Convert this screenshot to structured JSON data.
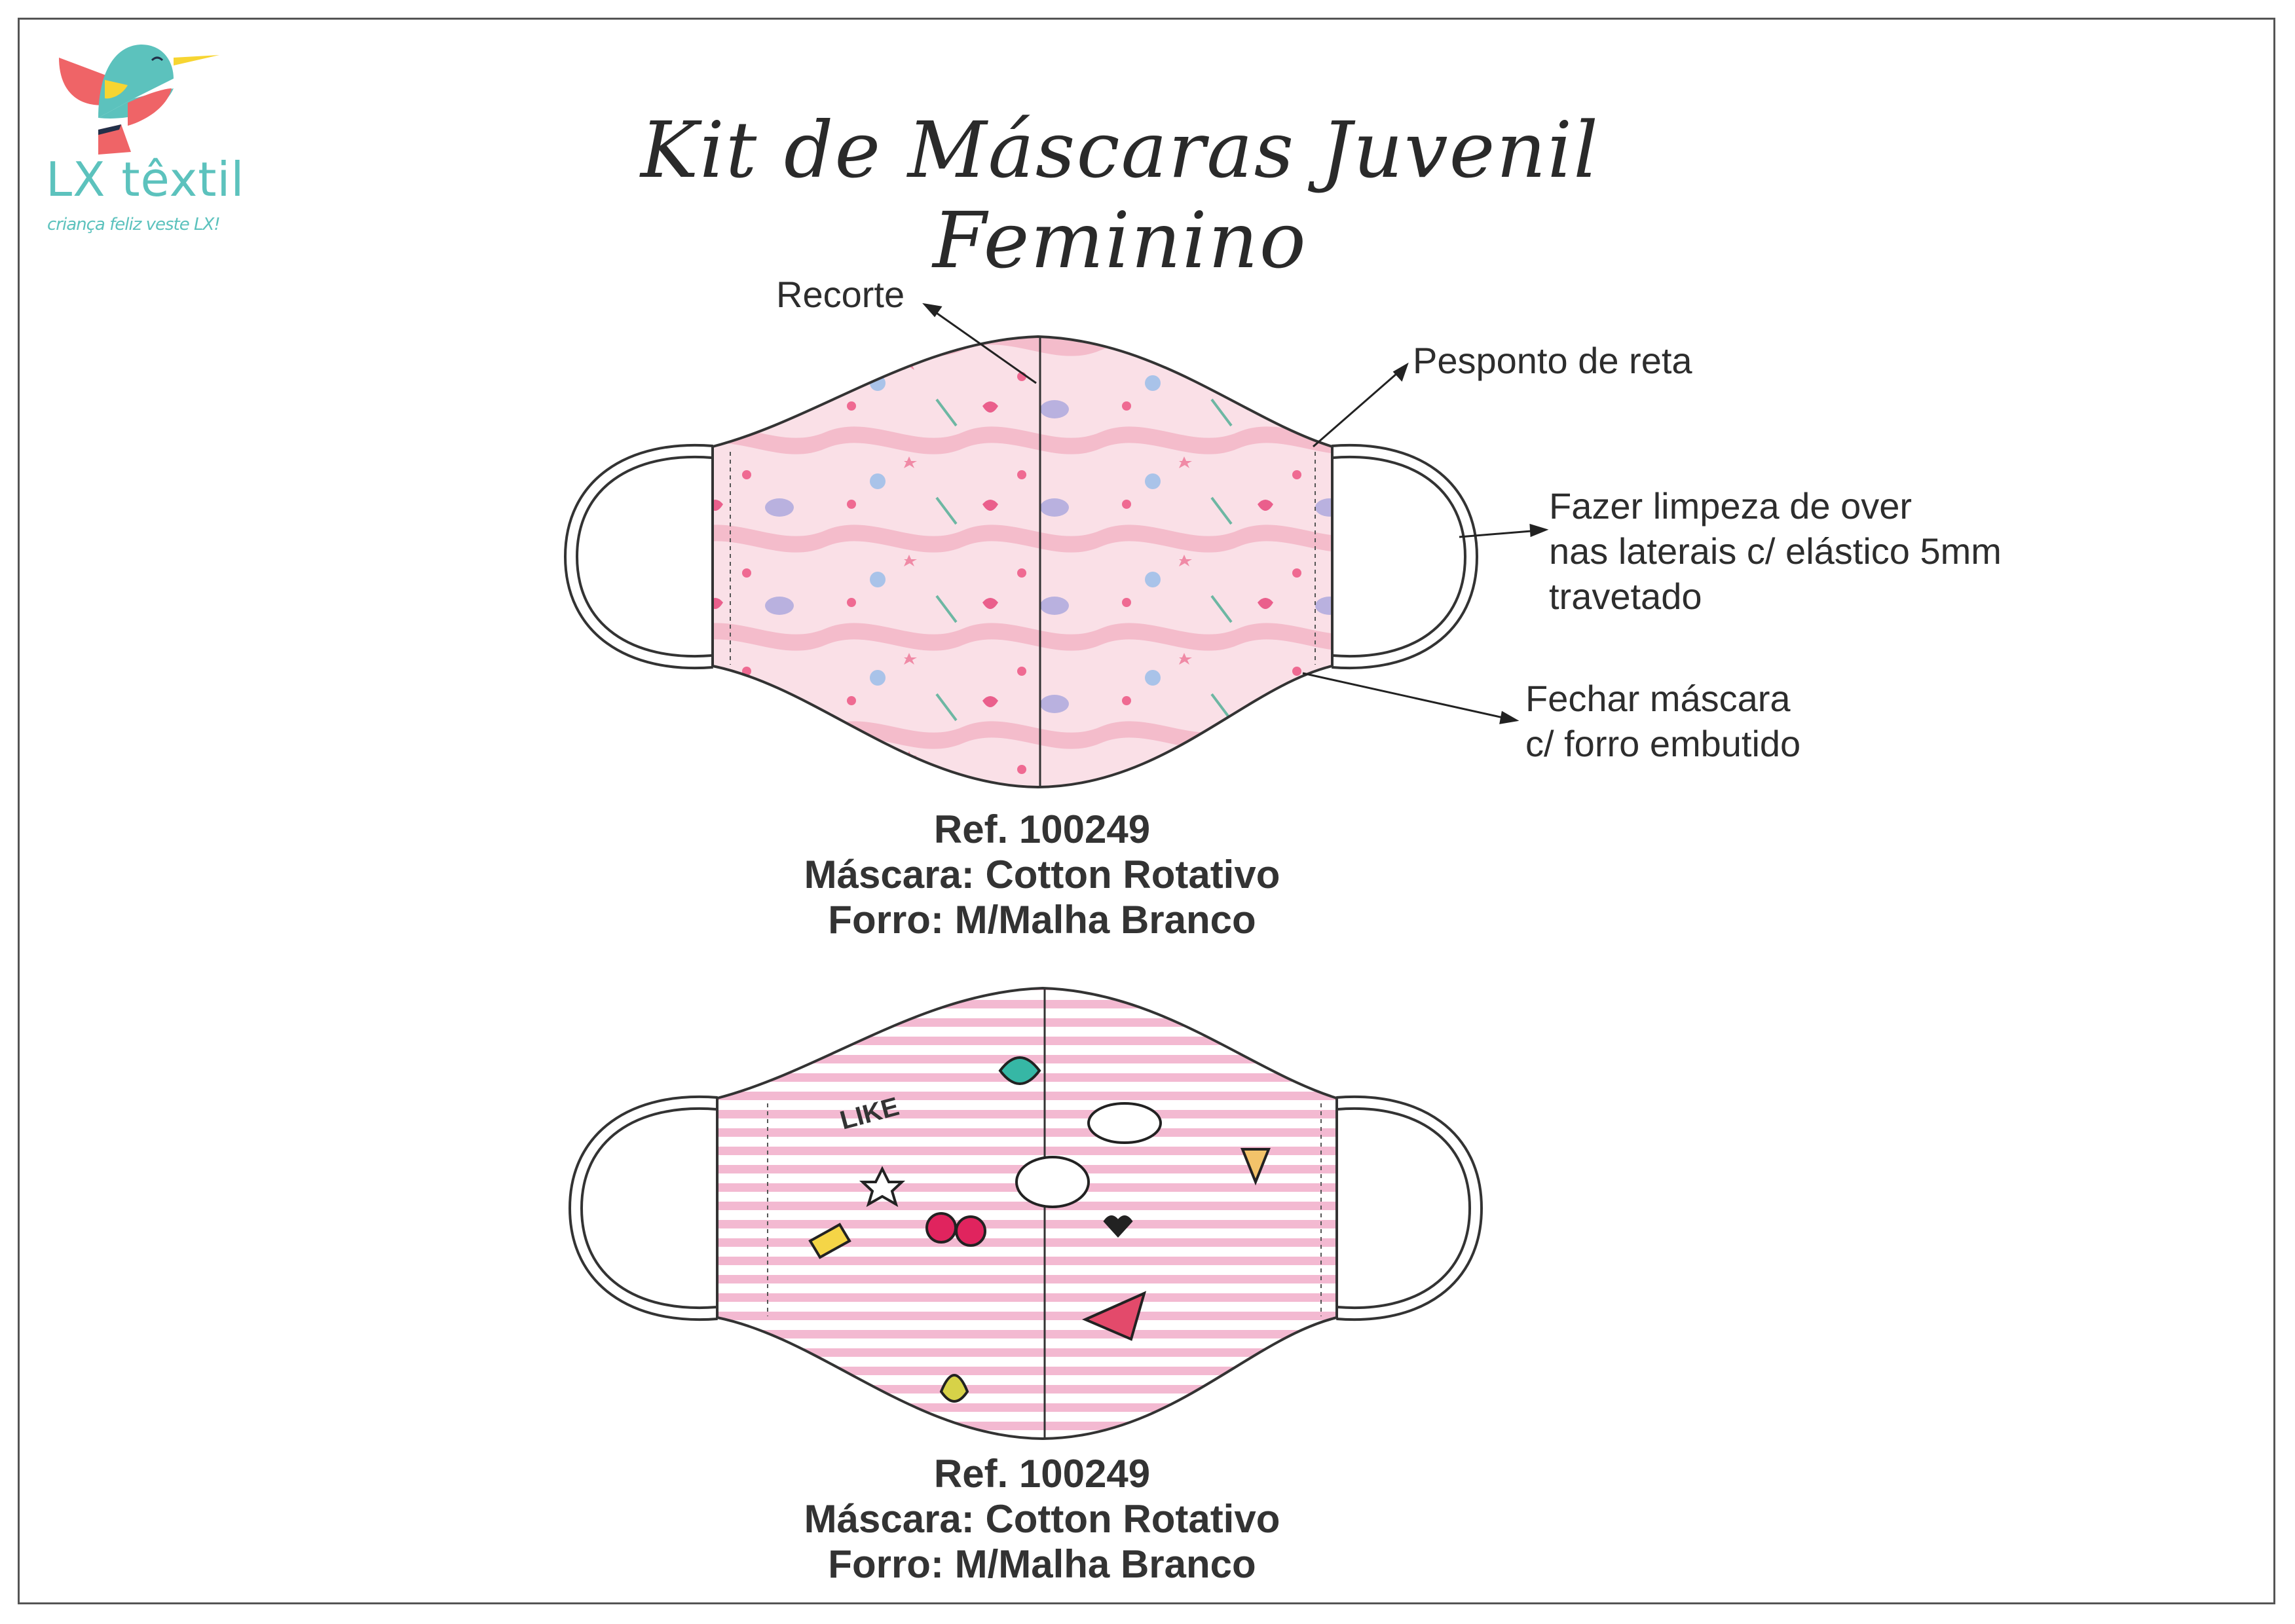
{
  "logo": {
    "name": "LX têxtil",
    "slogan": "criança feliz veste LX!"
  },
  "title": "Kit de Máscaras Juvenil Feminino",
  "annotations": {
    "recorte": "Recorte",
    "pesponto": "Pesponto de reta",
    "limpeza": [
      "Fazer limpeza de over",
      "nas laterais c/ elástico 5mm",
      "travetado"
    ],
    "fechar": [
      "Fechar máscara",
      "c/ forro embutido"
    ]
  },
  "products": [
    {
      "ref": "Ref. 100249",
      "mascara": "Máscara: Cotton Rotativo",
      "forro": "Forro: M/Malha Branco"
    },
    {
      "ref": "Ref. 100249",
      "mascara": "Máscara: Cotton Rotativo",
      "forro": "Forro: M/Malha Branco"
    }
  ],
  "colors": {
    "teal": "#5cc2bd",
    "coral": "#ef6467",
    "yellow": "#f7d531",
    "pink1": "#f9dde5",
    "stripe": "#f2b6cf"
  }
}
